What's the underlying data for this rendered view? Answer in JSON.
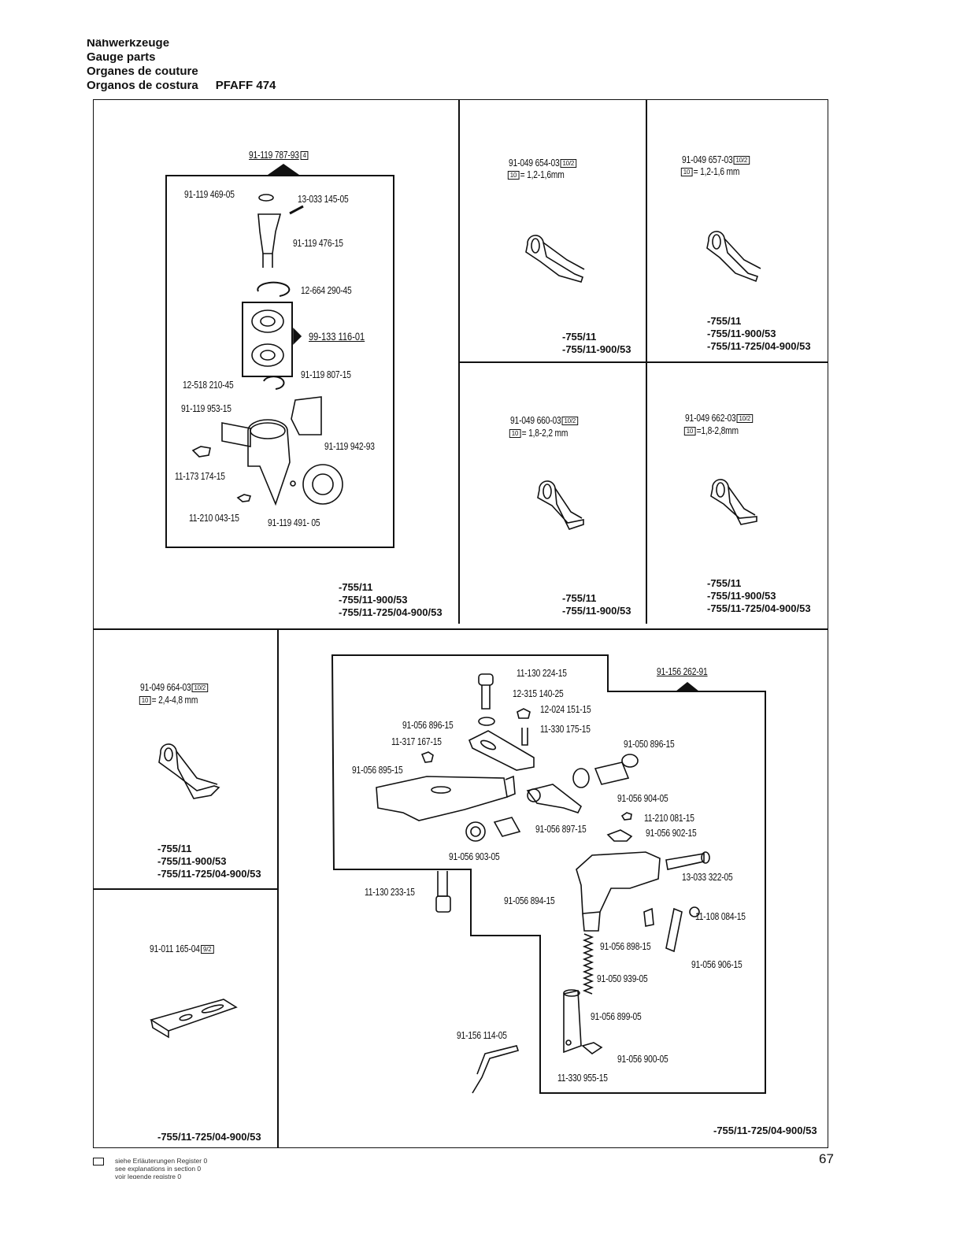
{
  "header": {
    "line1": "Nähwerkzeuge",
    "line2": "Gauge parts",
    "line3": "Organes de couture",
    "line4": "Organos de costura",
    "model": "PFAFF 474"
  },
  "panel_a": {
    "assembly": "91-119 787-93",
    "assembly_tag": "4",
    "parts": [
      "91-119 469-05",
      "13-033 145-05",
      "91-119 476-15",
      "12-664 290-45",
      "99-133 116-01",
      "12-518 210-45",
      "91-119 807-15",
      "91-119 953-15",
      "91-119 942-93",
      "11-173 174-15",
      "11-210 043-15",
      "91-119 491- 05"
    ],
    "variants": [
      "-755/11",
      "-755/11-900/53",
      "-755/11-725/04-900/53"
    ]
  },
  "panel_b": {
    "part": "91-049 654-03",
    "tag": "10/2",
    "spec_tag": "10",
    "spec": "= 1,2-1,6mm",
    "variants": [
      "-755/11",
      "-755/11-900/53"
    ]
  },
  "panel_c": {
    "part": "91-049 657-03",
    "tag": "10/2",
    "spec_tag": "10",
    "spec": "= 1,2-1,6 mm",
    "variants": [
      "-755/11",
      "-755/11-900/53",
      "-755/11-725/04-900/53"
    ]
  },
  "panel_d": {
    "part": "91-049 660-03",
    "tag": "10/2",
    "spec_tag": "10",
    "spec": "= 1,8-2,2 mm",
    "variants": [
      "-755/11",
      "-755/11-900/53"
    ]
  },
  "panel_e": {
    "part": "91-049 662-03",
    "tag": "10/2",
    "spec_tag": "10",
    "spec": "=1,8-2,8mm",
    "variants": [
      "-755/11",
      "-755/11-900/53",
      "-755/11-725/04-900/53"
    ]
  },
  "panel_f": {
    "part": "91-049 664-03",
    "tag": "10/2",
    "spec_tag": "10",
    "spec": "= 2,4-4,8 mm",
    "variants": [
      "-755/11",
      "-755/11-900/53",
      "-755/11-725/04-900/53"
    ]
  },
  "panel_g": {
    "part": "91-011 165-04",
    "tag": "9/2",
    "variants": [
      "-755/11-725/04-900/53"
    ]
  },
  "panel_h": {
    "assembly": "91-156 262-91",
    "parts": [
      "11-130 224-15",
      "12-315 140-25",
      "12-024 151-15",
      "91-056 896-15",
      "11-330 175-15",
      "11-317 167-15",
      "91-050 896-15",
      "91-056 895-15",
      "91-056 904-05",
      "11-210 081-15",
      "91-056 897-15",
      "91-056 902-15",
      "91-056 903-05",
      "13-033 322-05",
      "11-130 233-15",
      "91-056 894-15",
      "11-108 084-15",
      "91-056 898-15",
      "91-056 906-15",
      "91-050 939-05",
      "91-056 899-05",
      "91-156 114-05",
      "91-056 900-05",
      "11-330 955-15"
    ],
    "variants": [
      "-755/11-725/04-900/53"
    ]
  },
  "footer": {
    "note1": "siehe Erläuterungen Register 0",
    "note2": "see explanations in section 0",
    "note3": "voir legende registre 0",
    "page": "67"
  }
}
